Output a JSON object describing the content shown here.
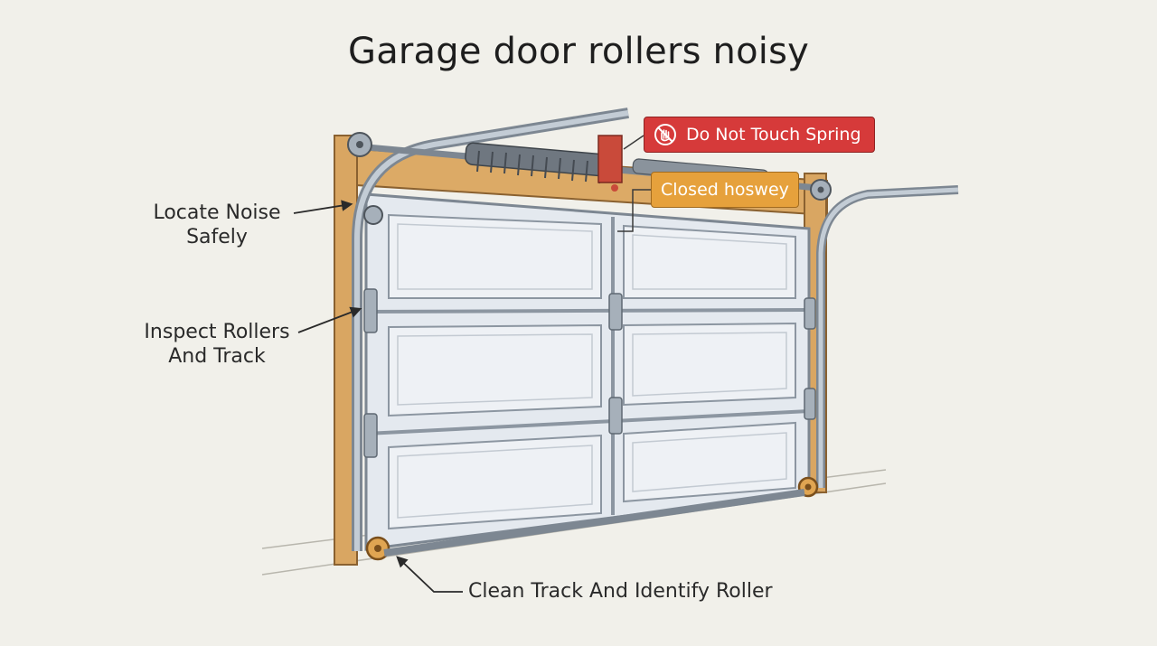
{
  "title": "Garage door rollers noisy",
  "labels": {
    "locate": [
      "Locate Noise",
      "Safely"
    ],
    "inspect": [
      "Inspect Rollers",
      "And Track"
    ],
    "clean": "Clean Track And Identify Roller"
  },
  "badges": {
    "warning": {
      "text": "Do Not Touch Spring",
      "icon": "no-touch-hand-icon",
      "color": "#d63a3a"
    },
    "info": {
      "text": "Closed hoswey",
      "color": "#e6a13c"
    }
  },
  "colors": {
    "background": "#f1f0ea",
    "wood": "#d9a662",
    "door_panel": "#e4e9ef",
    "steel": "#9aa6b2",
    "spring": "#6f7780"
  }
}
